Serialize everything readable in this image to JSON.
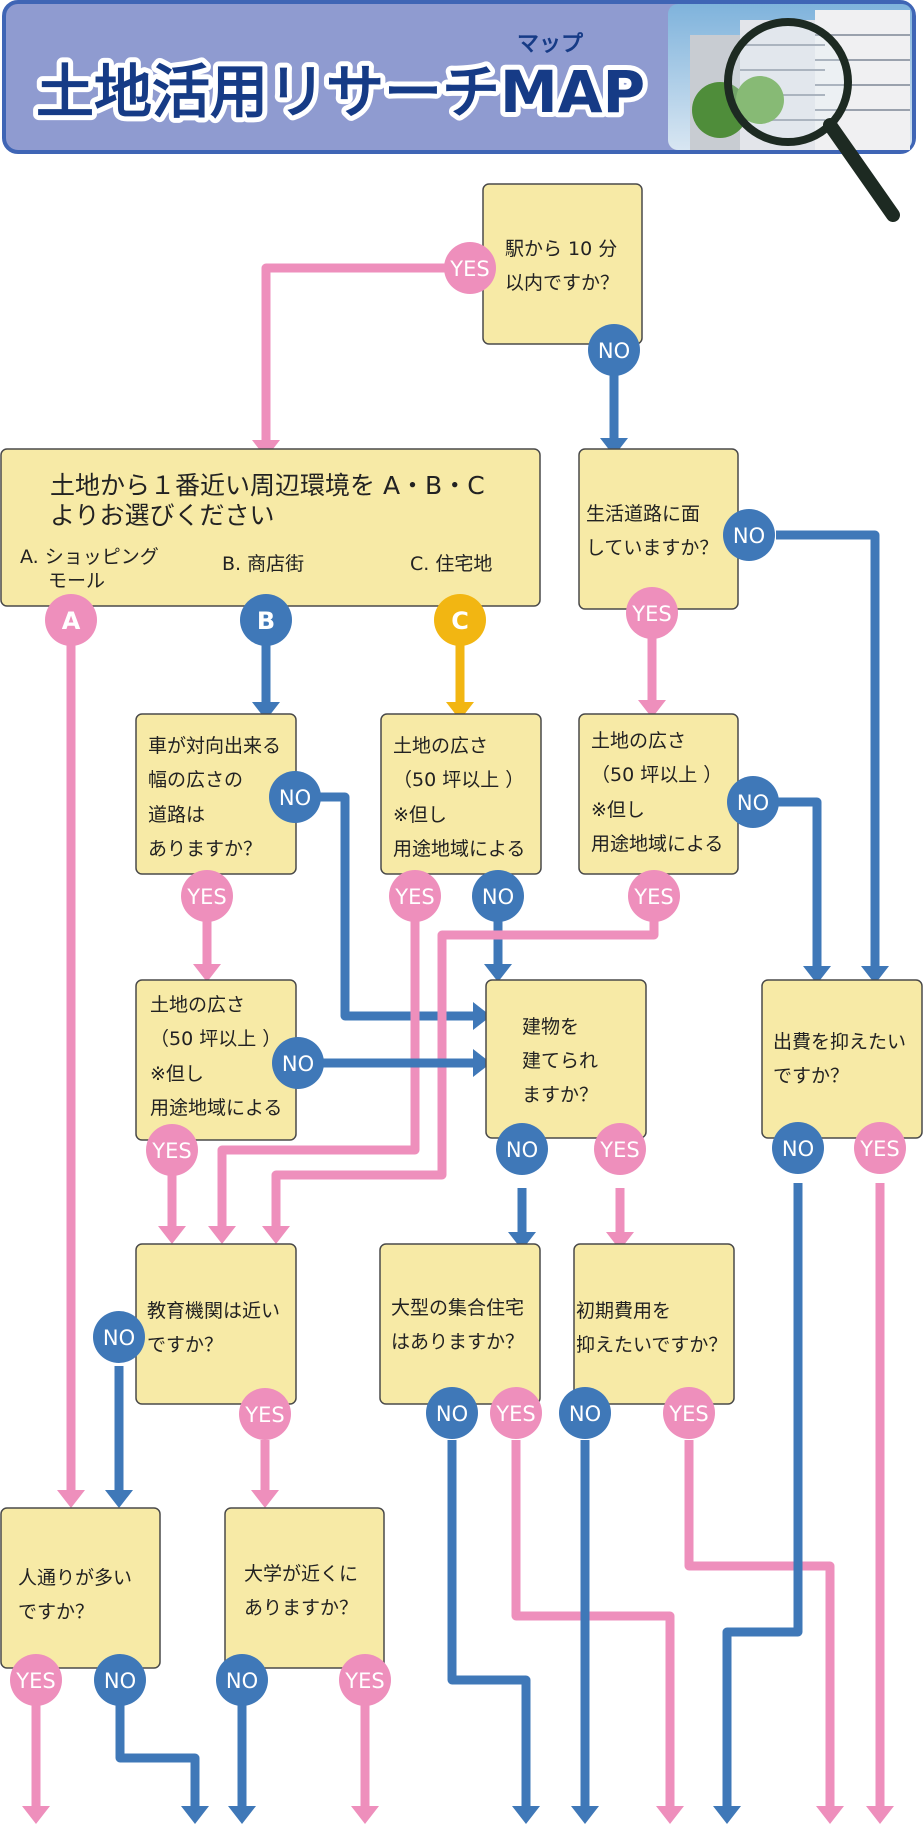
{
  "header": {
    "title": "土地活用リサーチMAP",
    "ruby": "マップ"
  },
  "colors": {
    "pink": "#ee8fbc",
    "blue": "#3f78b8",
    "yellow": "#f2b612",
    "box_fill": "#f7eaa6",
    "box_stroke": "#4a4a4a",
    "header_bg": "#8f9bd0",
    "header_border": "#3f65b5",
    "title_color": "#163b86"
  },
  "labels": {
    "yes": "YES",
    "no": "NO",
    "a": "A",
    "b": "B",
    "c": "C"
  },
  "questions": {
    "station": [
      "駅から 10 分",
      "以内ですか？"
    ],
    "environment": [
      "土地から１番近い周辺環境を A・B・C",
      "よりお選びください"
    ],
    "living_road": [
      "生活道路に面",
      "していますか？"
    ],
    "road_width": [
      "車が対向出来る",
      "幅の広さの",
      "道路は",
      "ありますか？"
    ],
    "area_c": [
      "土地の広さ",
      "（50 坪以上 ）",
      "※但し",
      "用途地域による"
    ],
    "area_right": [
      "土地の広さ",
      "（50 坪以上 ）",
      "※但し",
      "用途地域による"
    ],
    "area_b": [
      "土地の広さ",
      "（50 坪以上 ）",
      "※但し",
      "用途地域による"
    ],
    "building": [
      "建物を",
      "建てられ",
      "ますか？"
    ],
    "reduce_cost": [
      "出費を抑えたい",
      "ですか？"
    ],
    "education": [
      "教育機関は近い",
      "ですか？"
    ],
    "apartment": [
      "大型の集合住宅",
      "はありますか？"
    ],
    "initial_cost": [
      "初期費用を",
      "抑えたいですか？"
    ],
    "foot_traffic": [
      "人通りが多い",
      "ですか？"
    ],
    "university": [
      "大学が近くに",
      "ありますか？"
    ]
  },
  "options": {
    "a": [
      "A. ショッピング",
      "モール"
    ],
    "b": "B. 商店街",
    "c": "C. 住宅地"
  }
}
